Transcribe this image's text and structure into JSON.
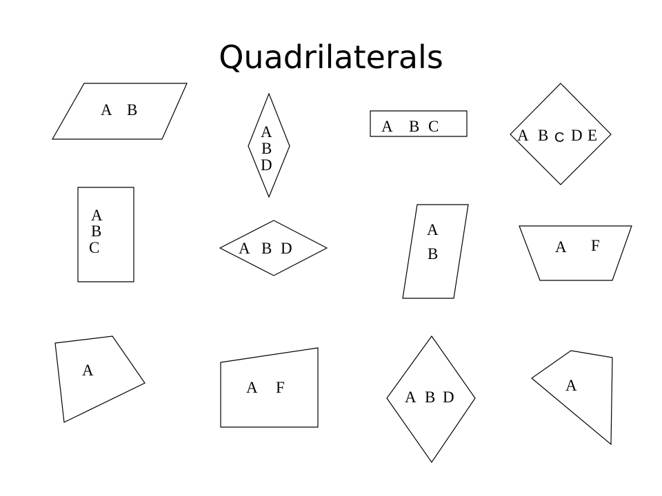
{
  "slide": {
    "title": "Quadrilaterals",
    "line_color": "#000000",
    "background": "#ffffff"
  },
  "shapes": [
    {
      "id": "parallelogram-top",
      "labels": [
        "A",
        "B"
      ]
    },
    {
      "id": "rhombus-tall",
      "labels": [
        "A",
        "B",
        "D"
      ]
    },
    {
      "id": "rectangle-wide",
      "labels": [
        "A",
        "B",
        "C"
      ]
    },
    {
      "id": "square-diamond",
      "labels": [
        "A",
        "B",
        "C",
        "D",
        "E"
      ]
    },
    {
      "id": "rectangle-tall",
      "labels": [
        "A",
        "B",
        "C"
      ]
    },
    {
      "id": "rhombus-flat",
      "labels": [
        "A",
        "B",
        "D"
      ]
    },
    {
      "id": "parallelogram-tall",
      "labels": [
        "A",
        "B"
      ]
    },
    {
      "id": "trapezoid",
      "labels": [
        "A",
        "F"
      ]
    },
    {
      "id": "quad-irregular-left",
      "labels": [
        "A"
      ]
    },
    {
      "id": "quad-right-trapezoid",
      "labels": [
        "A",
        "F"
      ]
    },
    {
      "id": "kite-diamond",
      "labels": [
        "A",
        "B",
        "D"
      ]
    },
    {
      "id": "quad-irregular-right",
      "labels": [
        "A"
      ]
    }
  ]
}
